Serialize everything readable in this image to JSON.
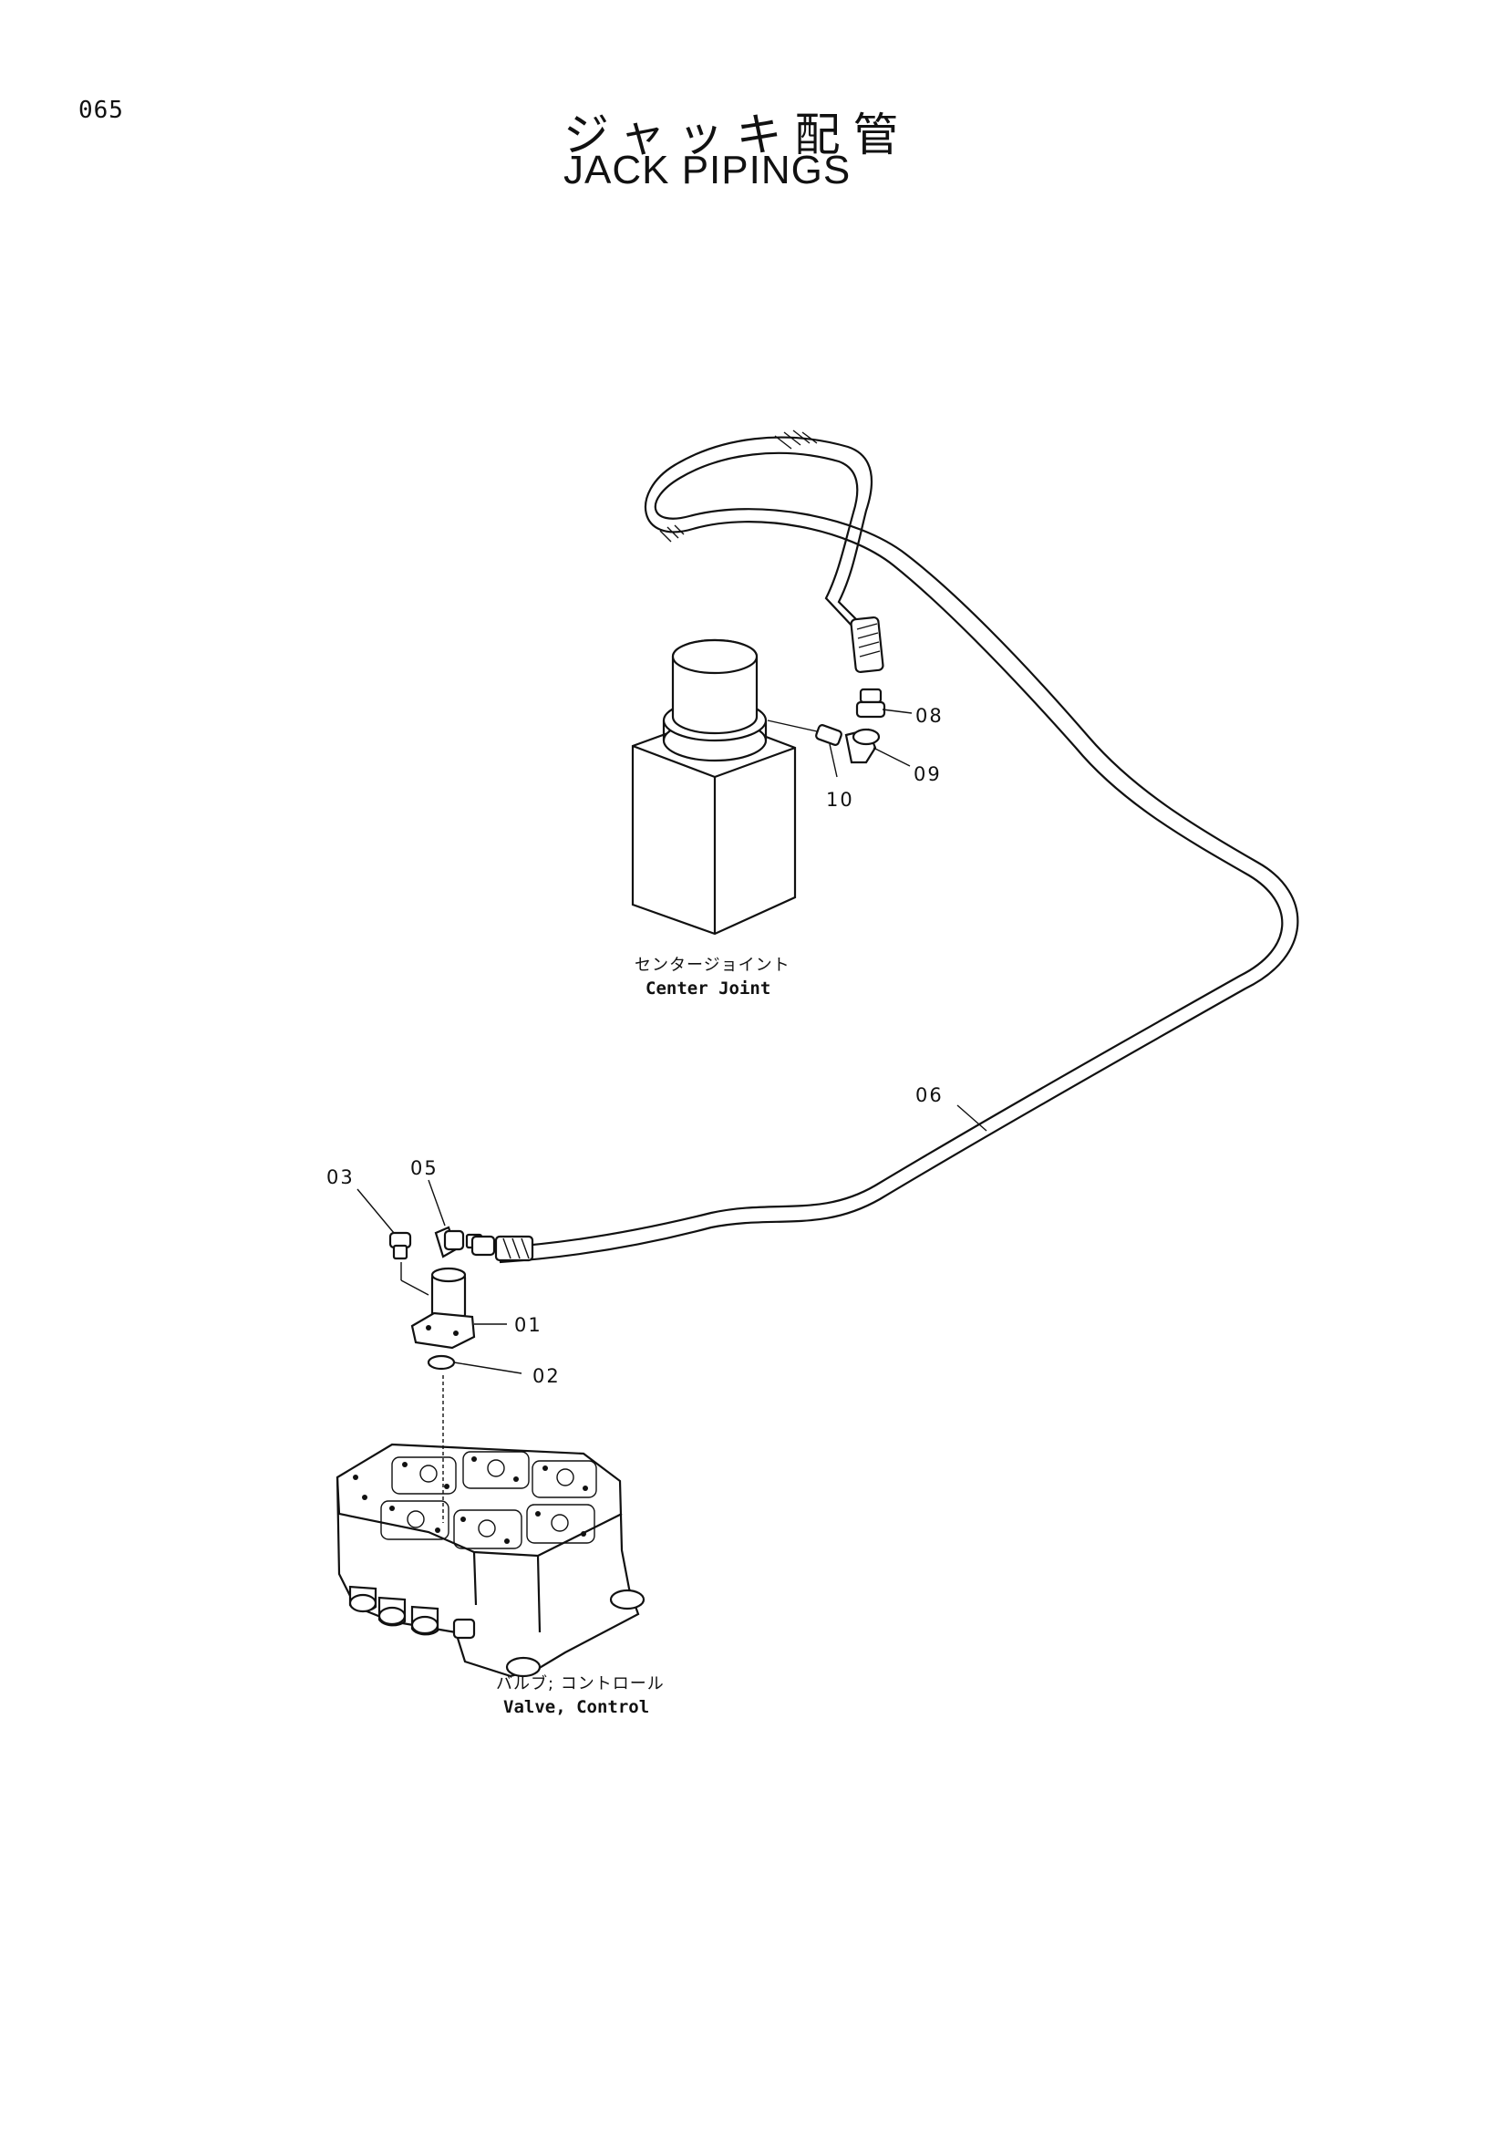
{
  "page_number": "065",
  "title_jp": "ジャッキ配管",
  "title_en": "JACK PIPINGS",
  "captions": {
    "center_joint_jp": "センタージョイント",
    "center_joint_en": "Center  Joint",
    "valve_jp": "バルブ; コントロール",
    "valve_en": "Valve, Control"
  },
  "callouts": {
    "p01": "01",
    "p02": "02",
    "p03": "03",
    "p05": "05",
    "p06": "06",
    "p08": "08",
    "p09": "09",
    "p10": "10"
  }
}
